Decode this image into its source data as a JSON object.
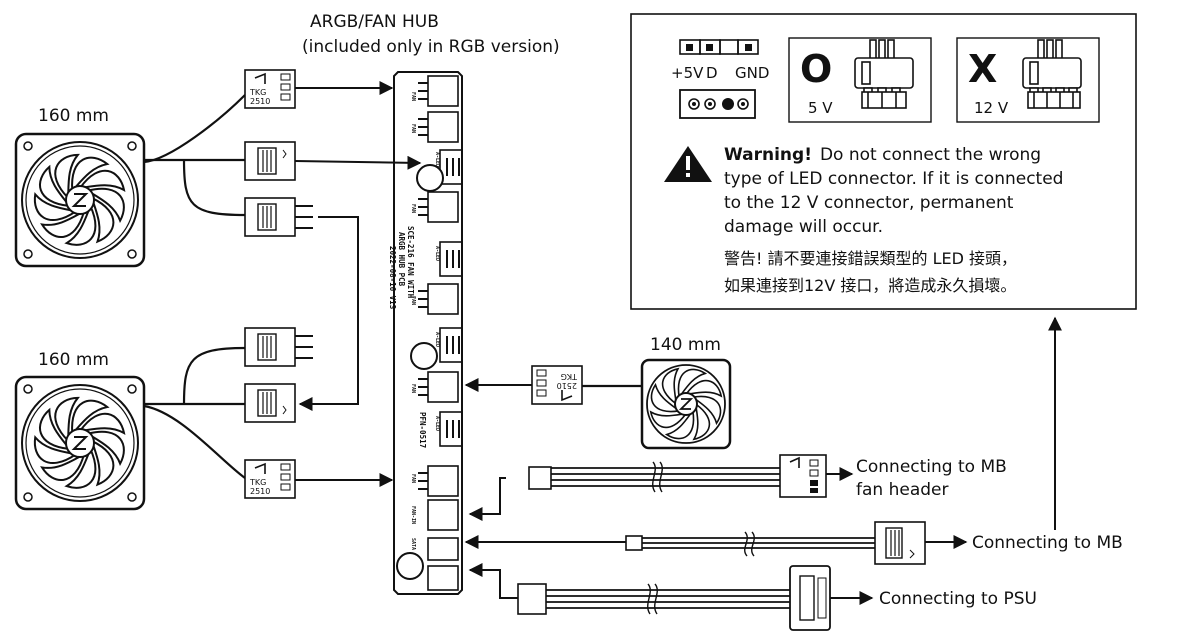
{
  "hub": {
    "title": "ARGB/FAN HUB",
    "subtitle": "(included only in RGB version)",
    "pcb_line1": "SCE-216 FAN WITH",
    "pcb_line2": "ARGB HUB PCB",
    "pcb_line3": "2022-08-16  V13",
    "pcb_part": "PFN-0517",
    "port_labels": [
      "FAN",
      "FAN",
      "A-LED",
      "FAN",
      "A-LED",
      "FAN",
      "A-LED",
      "FAN",
      "A-LED",
      "FAN",
      "FAN-IN",
      "SATA"
    ]
  },
  "fans": {
    "top_left": "160 mm",
    "bottom_left": "160 mm",
    "right": "140 mm"
  },
  "connectors": {
    "tkg": "TKG",
    "tkg_code": "2510"
  },
  "warning": {
    "pin_plus5v": "+5V",
    "pin_d": "D",
    "pin_gnd": "GND",
    "ok_mark": "O",
    "ok_label": "5 V",
    "bad_mark": "X",
    "bad_label": "12 V",
    "heading": "Warning!",
    "line1_rest": "Do not connect the wrong",
    "line2": "type of LED connector. If it is connected",
    "line3": "to the 12 V connector, permanent",
    "line4": "damage will occur.",
    "zh_line1": "警告! 請不要連接錯誤類型的 LED 接頭，",
    "zh_line2": "如果連接到12V 接口，將造成永久損壞。"
  },
  "destinations": {
    "mb_fan_line1": "Connecting to MB",
    "mb_fan_line2": "fan header",
    "mb": "Connecting to MB",
    "psu": "Connecting to PSU"
  }
}
